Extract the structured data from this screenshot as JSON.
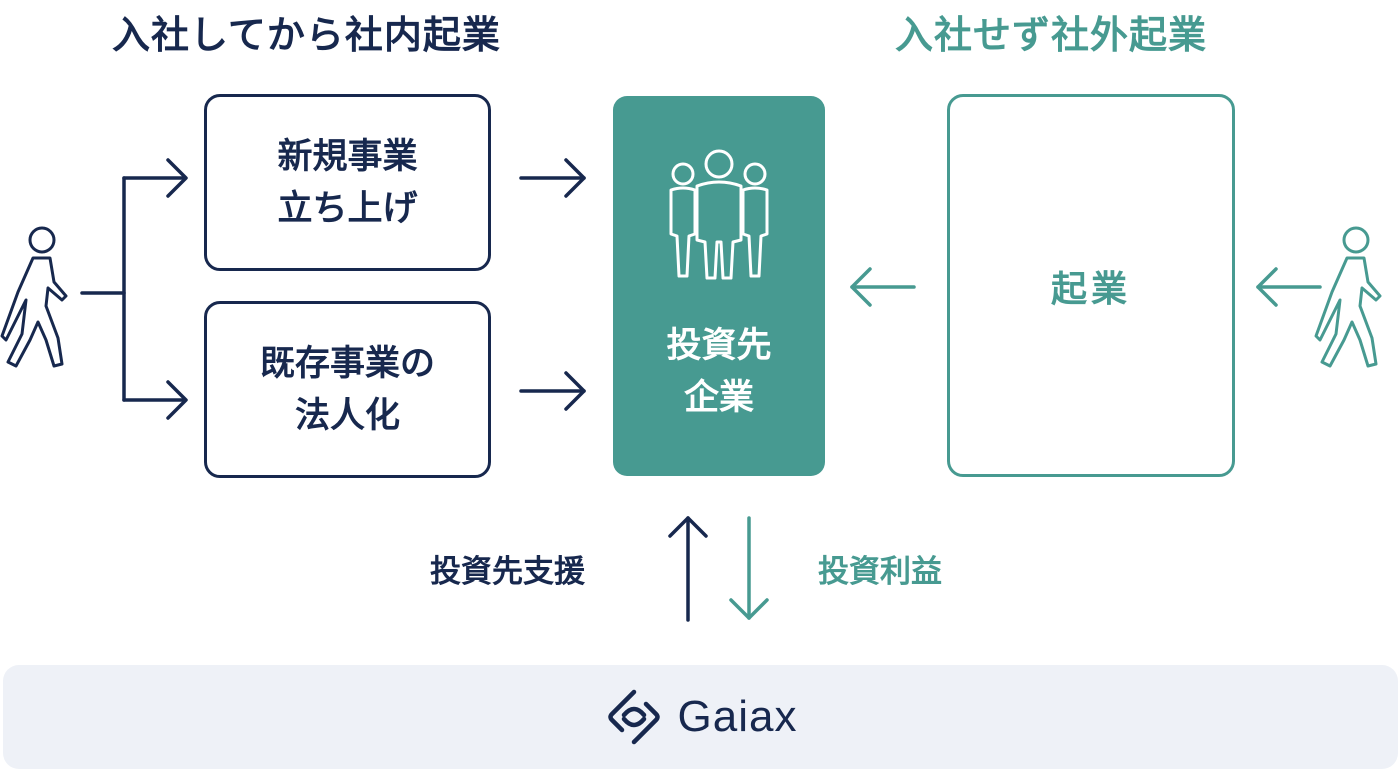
{
  "headings": {
    "left": "入社してから社内起業",
    "right": "入社せず社外起業"
  },
  "boxes": {
    "new_business": {
      "line1": "新規事業",
      "line2": "立ち上げ"
    },
    "existing_business": {
      "line1": "既存事業の",
      "line2": "法人化"
    },
    "investee": {
      "line1": "投資先",
      "line2": "企業"
    },
    "startup": {
      "label": "起業"
    }
  },
  "flows": {
    "support": "投資先支援",
    "return": "投資利益"
  },
  "footer": {
    "brand": "Gaiax"
  },
  "colors": {
    "navy": "#17284e",
    "teal": "#479a91",
    "footer_bg": "#eef1f7"
  },
  "icons": [
    "walking-person-icon",
    "group-people-icon",
    "gaiax-logo-icon",
    "arrow-right-icon",
    "arrow-left-icon",
    "arrow-up-icon",
    "arrow-down-icon"
  ]
}
